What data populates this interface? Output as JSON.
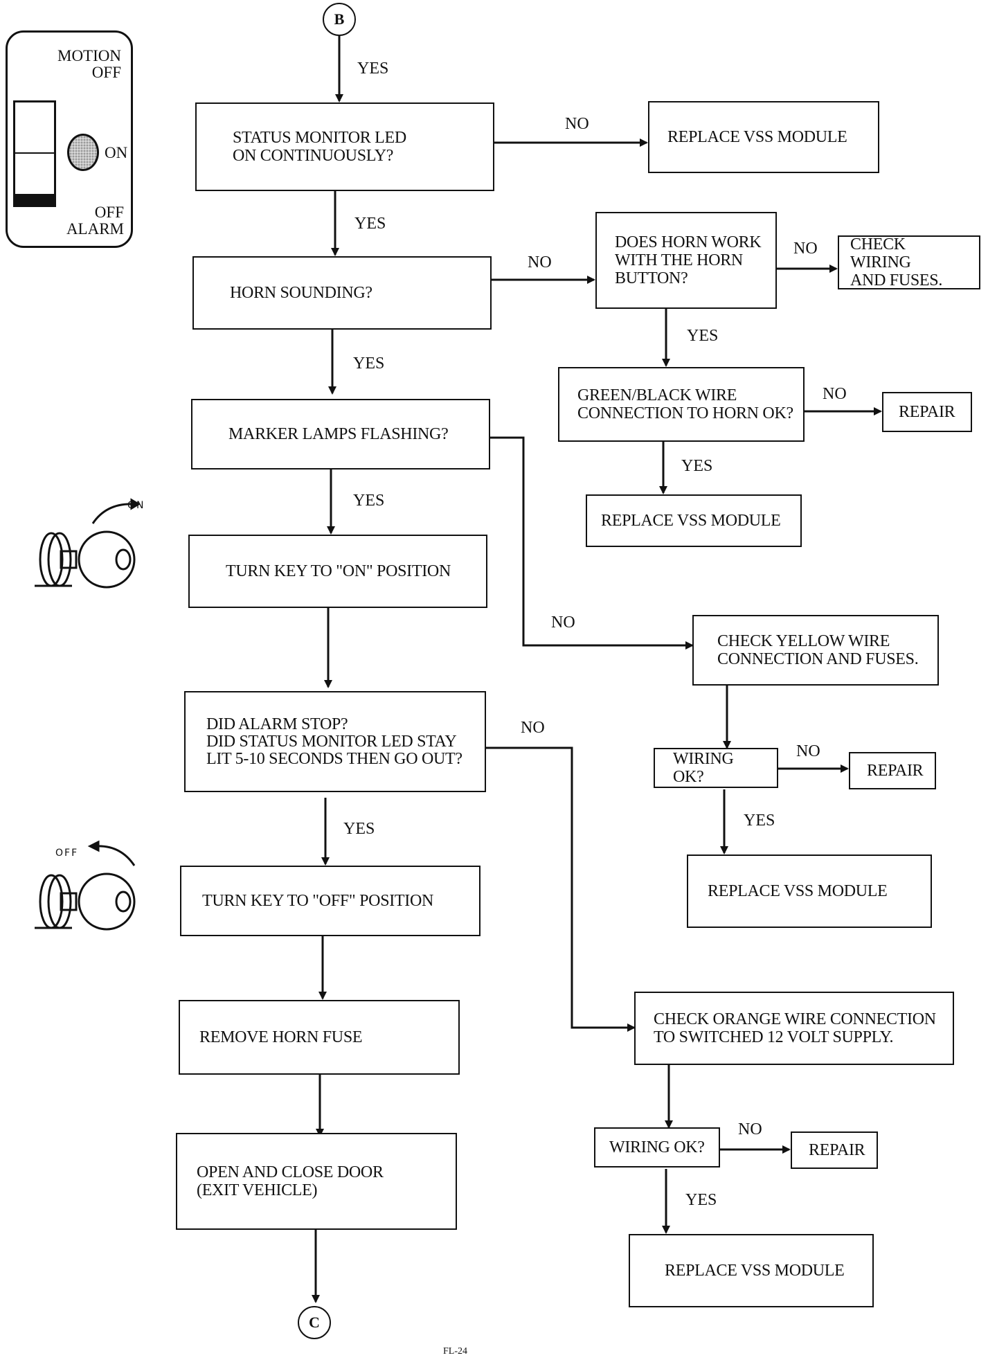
{
  "connectors": {
    "top": "B",
    "bottom": "C"
  },
  "panel": {
    "motion_off": "MOTION\nOFF",
    "on": "ON",
    "off_alarm": "OFF\nALARM"
  },
  "keys": {
    "on_label": "ON",
    "off_label": "OFF"
  },
  "boxes": {
    "status_led": "STATUS MONITOR LED\nON CONTINUOUSLY?",
    "replace_1": "REPLACE VSS MODULE",
    "horn_sounding": "HORN SOUNDING?",
    "horn_button": "DOES HORN WORK\nWITH THE HORN\nBUTTON?",
    "check_wiring_fuses": "CHECK WIRING\nAND FUSES.",
    "green_black": "GREEN/BLACK WIRE\nCONNECTION TO HORN OK?",
    "repair_1": "REPAIR",
    "replace_2": "REPLACE VSS MODULE",
    "marker_lamps": "MARKER LAMPS FLASHING?",
    "turn_on": "TURN KEY TO \"ON\" POSITION",
    "check_yellow": "CHECK YELLOW WIRE\nCONNECTION AND FUSES.",
    "wiring_ok_1": "WIRING OK?",
    "repair_2": "REPAIR",
    "replace_3": "REPLACE VSS MODULE",
    "alarm_stop": "DID ALARM STOP?\nDID STATUS MONITOR LED STAY\nLIT 5-10 SECONDS THEN GO OUT?",
    "turn_off": "TURN KEY TO \"OFF\" POSITION",
    "remove_fuse": "REMOVE HORN FUSE",
    "open_close": "OPEN AND CLOSE DOOR\n   (EXIT VEHICLE)",
    "check_orange": "CHECK ORANGE WIRE CONNECTION\n TO SWITCHED 12 VOLT  SUPPLY.",
    "wiring_ok_2": "WIRING OK?",
    "repair_3": "REPAIR",
    "replace_4": "REPLACE VSS MODULE"
  },
  "labels": {
    "yes_1": "YES",
    "no_1": "NO",
    "yes_2": "YES",
    "no_2": "NO",
    "no_3": "NO",
    "yes_3": "YES",
    "no_4": "NO",
    "yes_4": "YES",
    "yes_5": "YES",
    "no_5": "NO",
    "no_6": "NO",
    "yes_6": "YES",
    "no_7": "NO",
    "yes_7": "YES",
    "no_8": "NO",
    "yes_8": "YES"
  },
  "footer": "FL-24"
}
